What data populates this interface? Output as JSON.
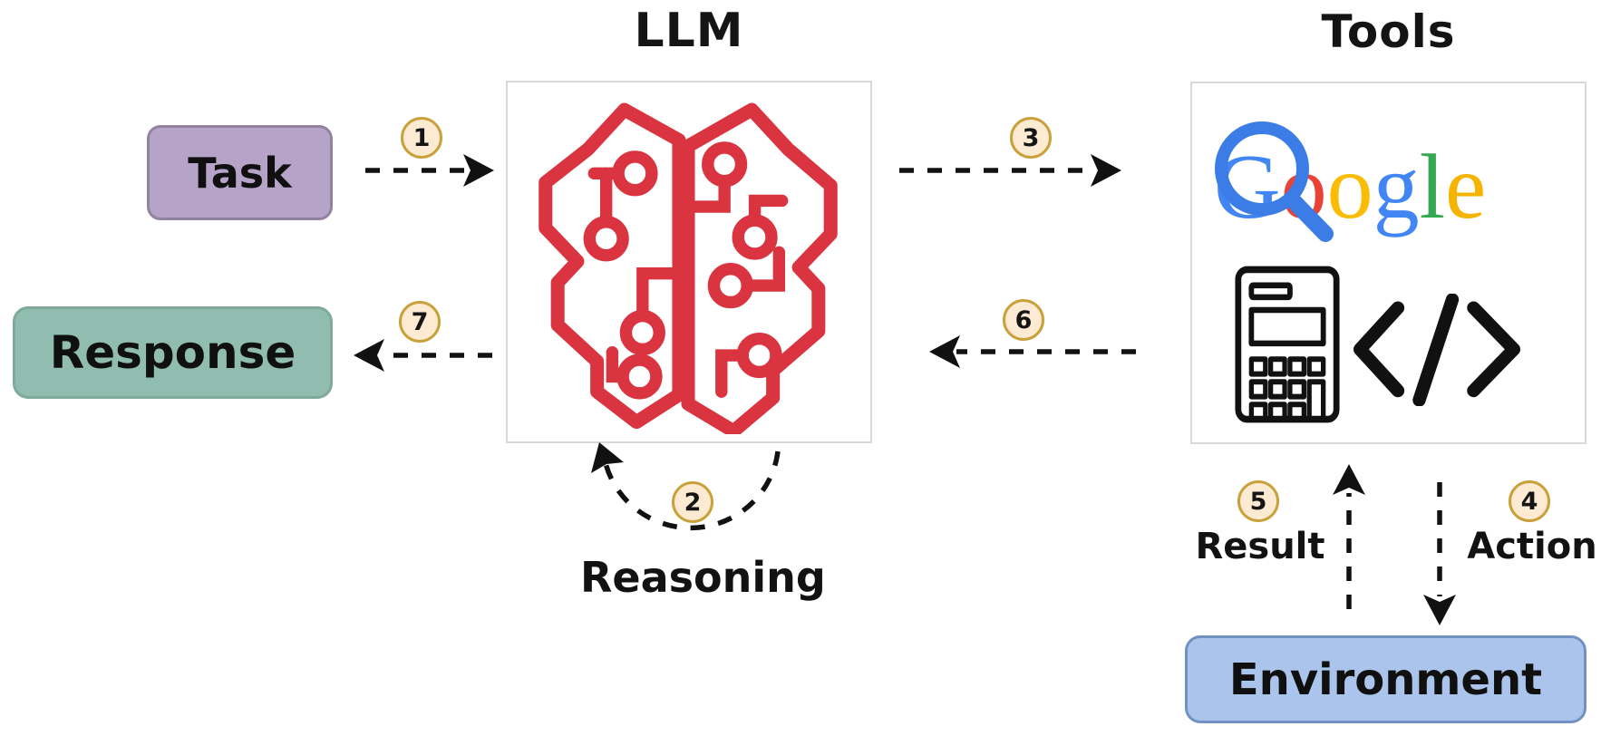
{
  "colors": {
    "task_fill": "#b5a3c8",
    "task_border": "#93829f",
    "response_fill": "#90bdaf",
    "response_border": "#7fa99a",
    "env_fill": "#aac4eb",
    "env_border": "#7191c4",
    "badge_fill": "#fcebd2",
    "badge_border": "#c9a13b",
    "brain": "#d93440",
    "magnifier": "#3c7ce6",
    "box_border": "#d9d9d9",
    "icon_black": "#111111",
    "arrow": "#111111"
  },
  "titles": {
    "llm": "LLM",
    "tools": "Tools"
  },
  "nodes": {
    "task": {
      "label": "Task"
    },
    "response": {
      "label": "Response"
    },
    "environment": {
      "label": "Environment"
    }
  },
  "steps": [
    {
      "num": "1"
    },
    {
      "num": "2",
      "label": "Reasoning"
    },
    {
      "num": "3"
    },
    {
      "num": "4",
      "label": "Action"
    },
    {
      "num": "5",
      "label": "Result"
    },
    {
      "num": "6"
    },
    {
      "num": "7"
    }
  ],
  "google": {
    "letters": [
      {
        "ch": "G",
        "color": "#4285f4"
      },
      {
        "ch": "o",
        "color": "#ea4335"
      },
      {
        "ch": "o",
        "color": "#fbbc05"
      },
      {
        "ch": "g",
        "color": "#4285f4"
      },
      {
        "ch": "l",
        "color": "#34a853"
      },
      {
        "ch": "e",
        "color": "#f4b400"
      }
    ]
  },
  "icons": {
    "llm": "brain-circuit-icon",
    "tools": [
      "google-search-icon",
      "magnifier-icon",
      "calculator-icon",
      "code-icon"
    ]
  }
}
